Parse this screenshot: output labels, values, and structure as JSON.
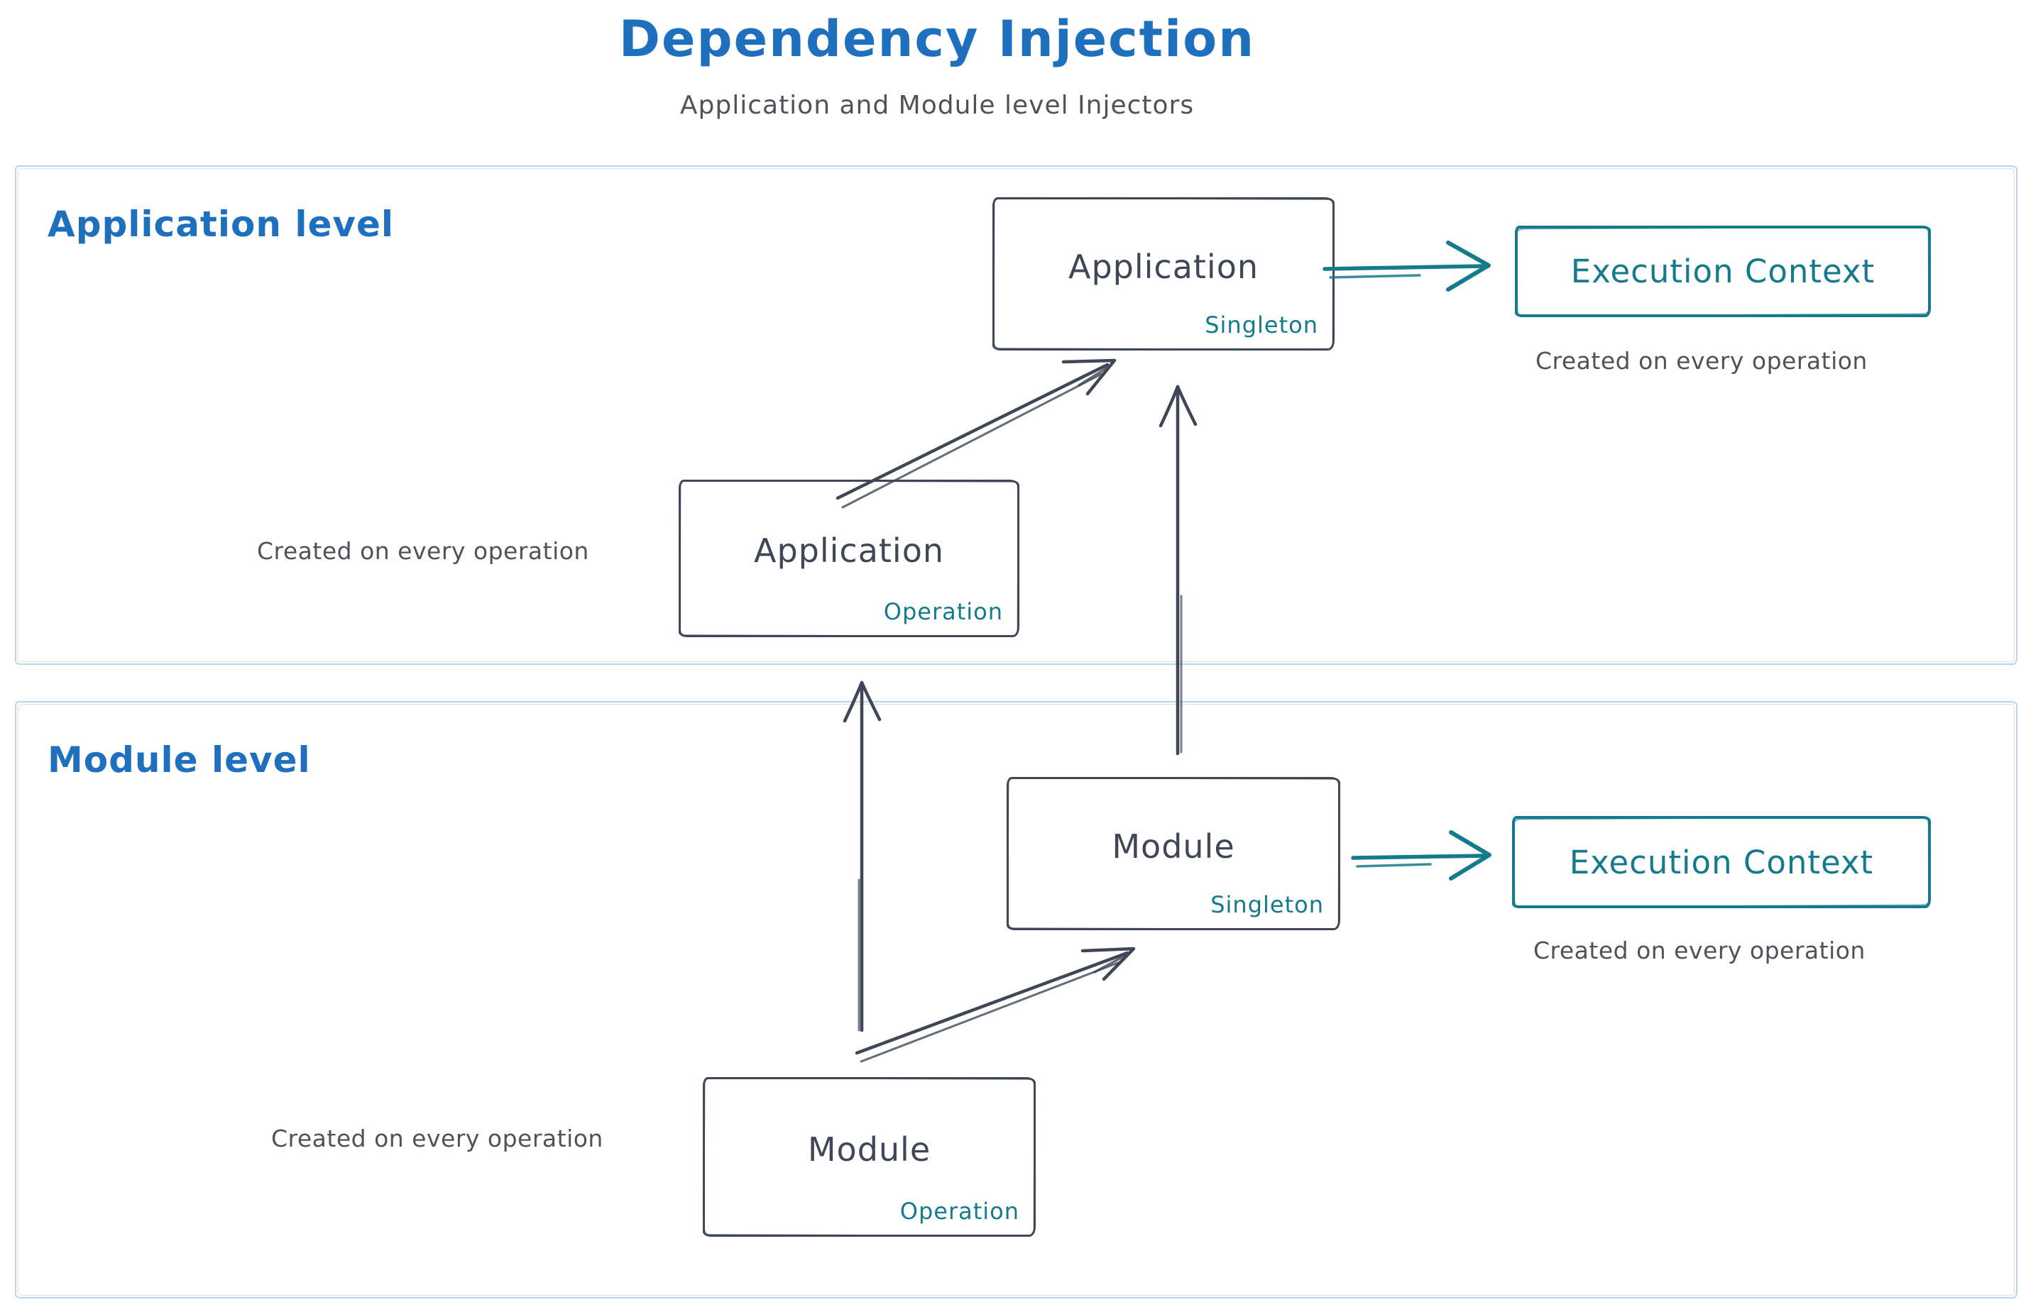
{
  "page": {
    "title": "Dependency Injection",
    "subtitle": "Application and Module level Injectors"
  },
  "colors": {
    "blue": "#1e6fbe",
    "teal": "#157a8c",
    "dark": "#3f4757",
    "gray": "#4d5359",
    "container_border": "#bcd3ec",
    "background": "#ffffff"
  },
  "application_level": {
    "label": "Application level",
    "singleton_box": {
      "name": "Application",
      "scope": "Singleton"
    },
    "operation_box": {
      "name": "Application",
      "scope": "Operation"
    },
    "operation_note": "Created on every operation",
    "execution_context": {
      "label": "Execution Context",
      "note": "Created on every operation"
    }
  },
  "module_level": {
    "label": "Module level",
    "singleton_box": {
      "name": "Module",
      "scope": "Singleton"
    },
    "operation_box": {
      "name": "Module",
      "scope": "Operation"
    },
    "operation_note": "Created on every operation",
    "execution_context": {
      "label": "Execution Context",
      "note": "Created on every operation"
    }
  }
}
